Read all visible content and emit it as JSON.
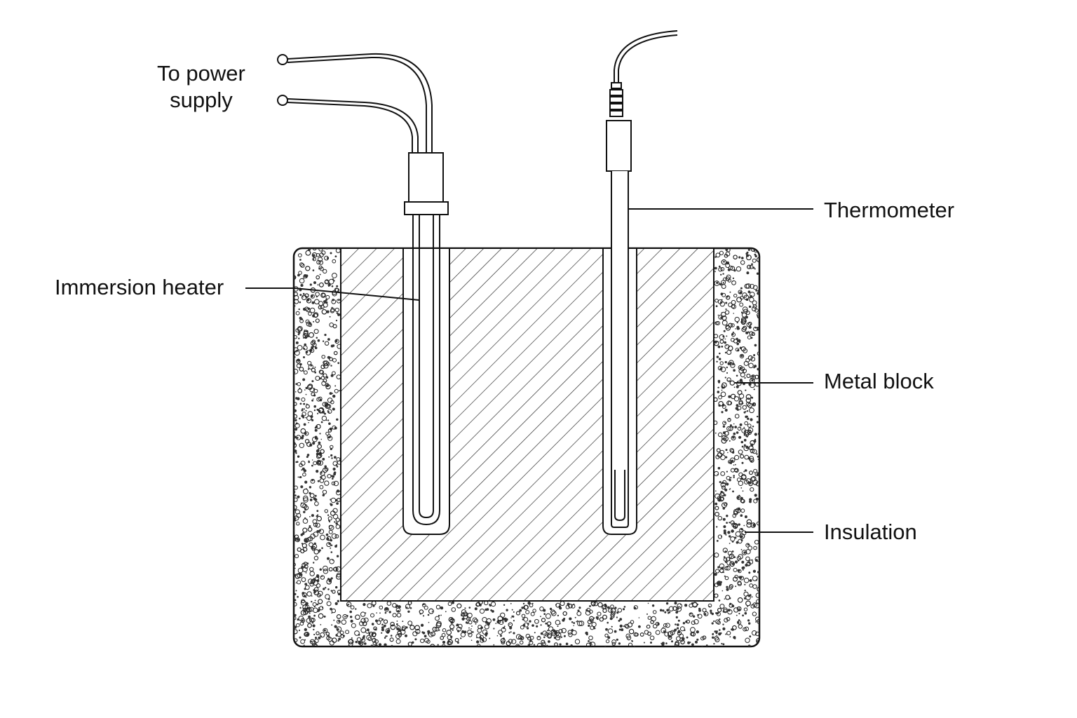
{
  "labels": {
    "power_line1": "To power",
    "power_line2": "supply",
    "heater": "Immersion heater",
    "thermometer": "Thermometer",
    "metal_block": "Metal block",
    "insulation": "Insulation"
  },
  "colors": {
    "line": "#111111",
    "background": "#ffffff"
  }
}
